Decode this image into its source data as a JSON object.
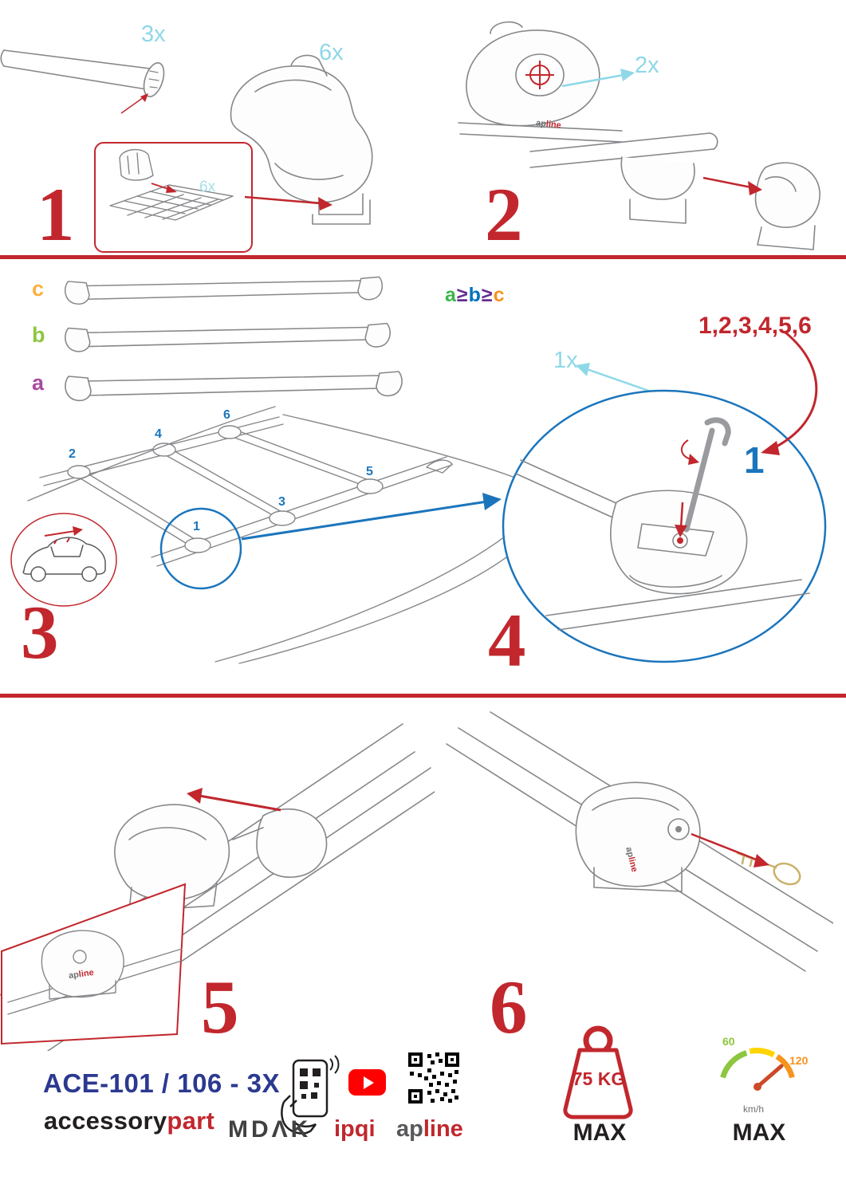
{
  "steps": {
    "s1": {
      "num": "1",
      "qty_bar": "3x",
      "qty_foot": "6x",
      "qty_pad": "6x"
    },
    "s2": {
      "num": "2",
      "qty_dial": "2x"
    },
    "s3": {
      "num": "3",
      "bar_c": "c",
      "bar_b": "b",
      "bar_a": "a",
      "rule": {
        "a": "a",
        "ge1": "≥",
        "b": "b",
        "ge2": "≥",
        "c": "c"
      },
      "pos": {
        "p1": "1",
        "p2": "2",
        "p3": "3",
        "p4": "4",
        "p5": "5",
        "p6": "6"
      }
    },
    "s4": {
      "num": "4",
      "qty_key": "1x",
      "sequence": "1,2,3,4,5,6",
      "highlight": "1"
    },
    "s5": {
      "num": "5"
    },
    "s6": {
      "num": "6"
    }
  },
  "brand_mark": {
    "ap": "ap",
    "line": "line"
  },
  "footer": {
    "model": "ACE-101 / 106 - 3X",
    "brand": {
      "left": "accessory",
      "right": "part"
    },
    "mdak": "MDΛK",
    "ipqi": "ipqi",
    "apline": {
      "ap": "ap",
      "line": "line"
    },
    "weight": {
      "value": "75 KG",
      "max": "MAX"
    },
    "speed": {
      "low": "60",
      "high": "120",
      "unit": "km/h",
      "max": "MAX"
    }
  },
  "colors": {
    "red": "#c1272d",
    "cyan": "#8ed8e8",
    "blue": "#1b75bc",
    "navy": "#2b3990",
    "green": "#8dc63f",
    "orange": "#f7941d",
    "purple": "#a74a9e"
  }
}
